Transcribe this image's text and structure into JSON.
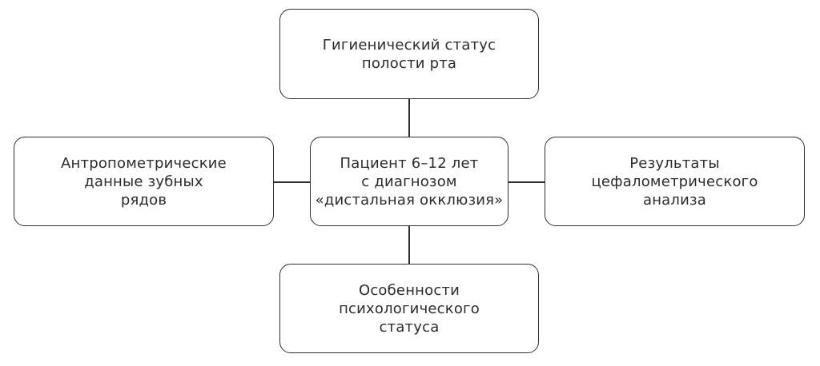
{
  "diagram": {
    "center": {
      "lines": [
        "Пациент 6–12 лет",
        "с диагнозом",
        "«дистальная окклюзия»"
      ]
    },
    "top": {
      "lines": [
        "Гигиенический статус",
        "полости рта"
      ]
    },
    "left": {
      "lines": [
        "Антропометрические",
        "данные зубных",
        "рядов"
      ]
    },
    "right": {
      "lines": [
        "Результаты",
        "цефалометрического",
        "анализа"
      ]
    },
    "bottom": {
      "lines": [
        "Особенности",
        "психологического",
        "статуса"
      ]
    },
    "connections": [
      {
        "from": "center",
        "to": "top"
      },
      {
        "from": "center",
        "to": "left"
      },
      {
        "from": "center",
        "to": "right"
      },
      {
        "from": "center",
        "to": "bottom"
      }
    ],
    "colors": {
      "stroke": "#2e2e2e",
      "text": "#2b2b2b",
      "background": "#ffffff"
    }
  }
}
